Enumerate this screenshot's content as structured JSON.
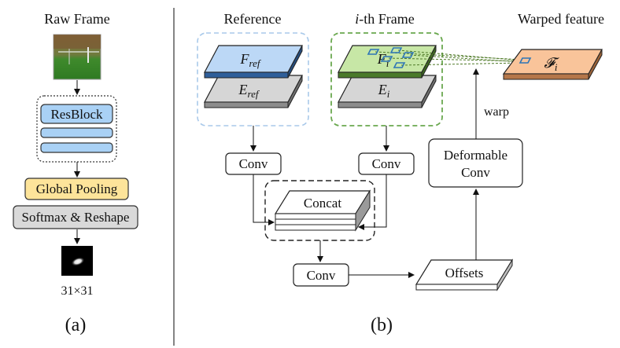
{
  "panel_a": {
    "title": "Raw Frame",
    "resblock_label": "ResBlock",
    "pooling_label": "Global Pooling",
    "softmax_label": "Softmax & Reshape",
    "kernel_size": "31×31",
    "caption": "(a)"
  },
  "panel_b": {
    "reference_title": "Reference",
    "ith_frame_title_italic": "i",
    "ith_frame_title_rest": "-th Frame",
    "warped_title": "Warped feature",
    "f_ref_main": "F",
    "f_ref_sub": "ref",
    "e_ref_main": "E",
    "e_ref_sub": "ref",
    "f_i_main": "F",
    "f_i_sub": "i",
    "e_i_main": "E",
    "e_i_sub": "i",
    "warped_main": "𝓕",
    "warped_sub": "i",
    "conv_left": "Conv",
    "conv_right": "Conv",
    "concat_label": "Concat",
    "conv_bottom": "Conv",
    "offsets_label": "Offsets",
    "deformable_line1": "Deformable",
    "deformable_line2": "Conv",
    "warp_label": "warp",
    "caption": "(b)"
  },
  "colors": {
    "resblock_fill": "#a9d1f5",
    "pooling_fill": "#fde49a",
    "softmax_fill": "#d9d9d9",
    "f_ref_fill": "#bcd8f6",
    "gray_layer_fill": "#d6d6d6",
    "f_i_fill": "#c7e7a6",
    "warped_fill": "#f9c49a",
    "reference_border": "#a9c9ea",
    "ith_border": "#6aa84f",
    "deform_marker": "#2e75b6",
    "deform_line": "#4f7a28"
  }
}
